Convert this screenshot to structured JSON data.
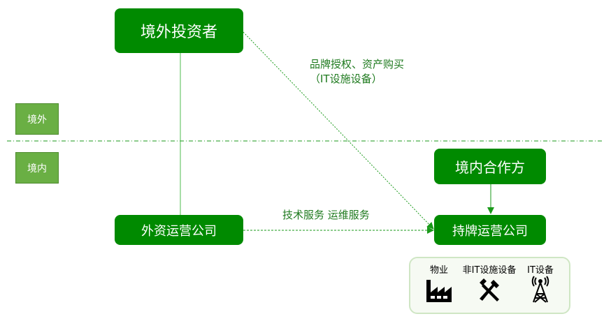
{
  "nodes": {
    "foreign_investor": "境外投资者",
    "domestic_partner": "境内合作方",
    "foreign_op_company": "外资运营公司",
    "licensed_op_company": "持牌运营公司"
  },
  "zones": {
    "outside": "境外",
    "inside": "境内"
  },
  "edges": {
    "brand_license": "品牌授权、资产购买（IT设施设备）",
    "services": "技术服务 运维服务"
  },
  "assets": [
    {
      "label": "物业",
      "icon": "factory-icon"
    },
    {
      "label": "非IT设施设备",
      "icon": "hammer-pick-icon"
    },
    {
      "label": "IT设备",
      "icon": "tower-icon"
    }
  ],
  "colors": {
    "node": "#008a00",
    "zone": "#6aaf44",
    "line": "#1a9a1a"
  }
}
